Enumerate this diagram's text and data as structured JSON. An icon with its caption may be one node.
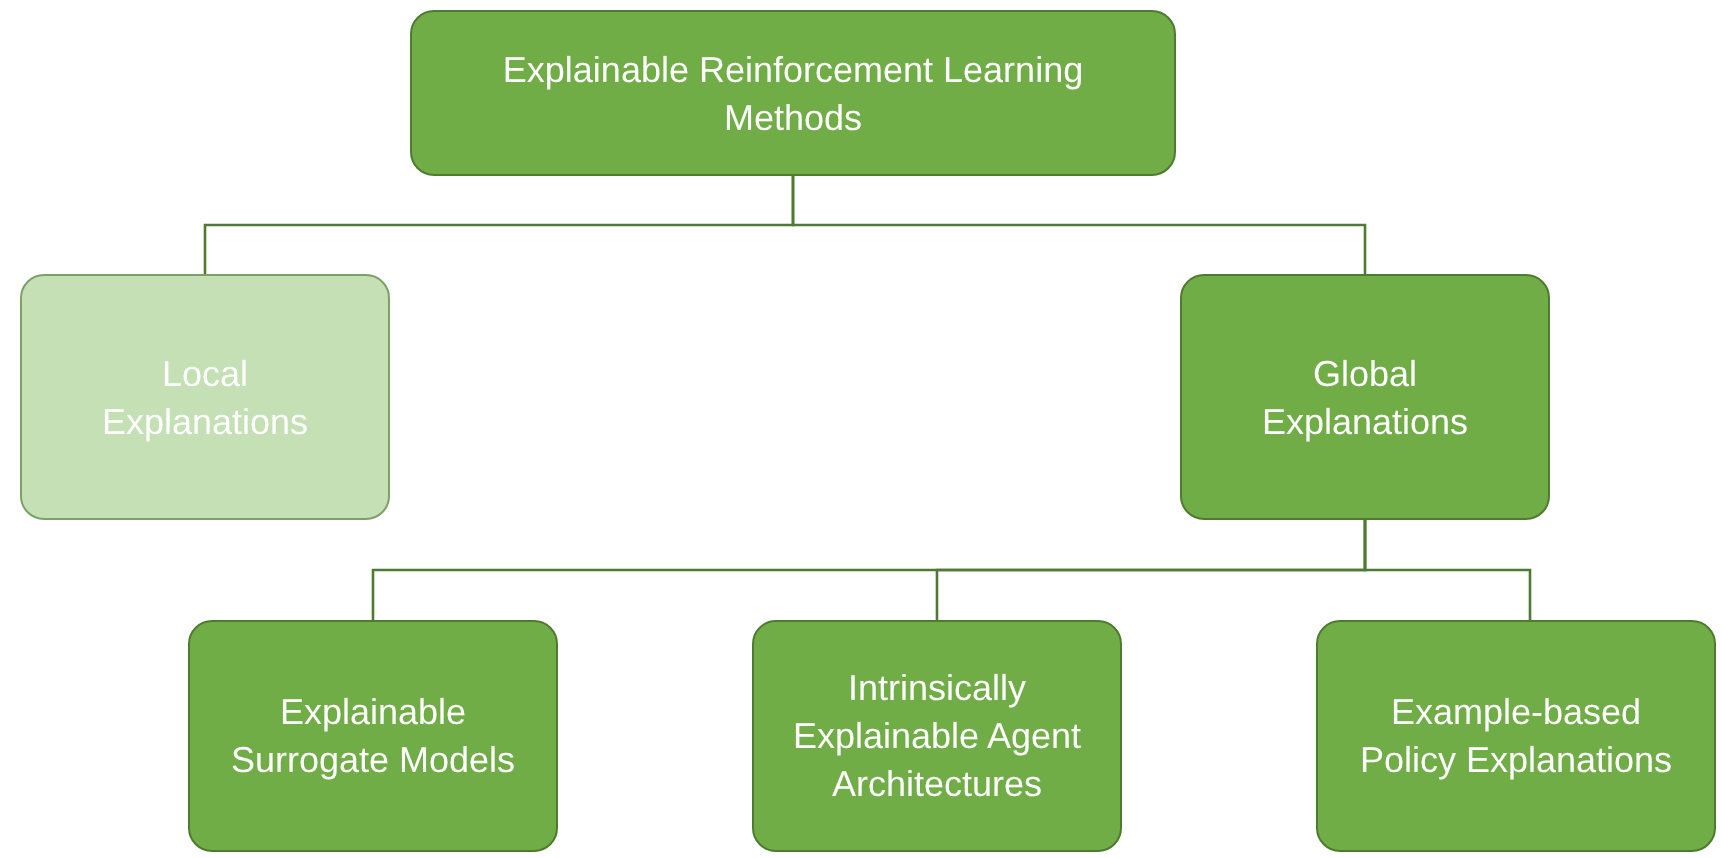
{
  "diagram": {
    "nodes": [
      {
        "text": [
          "Explainable Reinforcement Learning Methods"
        ]
      },
      {
        "text": [
          "Local Explanations"
        ]
      },
      {
        "text": [
          "Global Explanations"
        ]
      },
      {
        "text": [
          "Explainable Surrogate Models"
        ]
      },
      {
        "text": [
          "Intrinsically Explainable Agent Architectures"
        ]
      },
      {
        "text": [
          "Example-based Policy Explanations"
        ]
      }
    ],
    "edges": [
      {
        "from": 0,
        "to": 1,
        "arrow": "none"
      },
      {
        "from": 0,
        "to": 2,
        "arrow": "none"
      },
      {
        "from": 2,
        "to": 3,
        "arrow": "none"
      },
      {
        "from": 2,
        "to": 4,
        "arrow": "none"
      },
      {
        "from": 2,
        "to": 5,
        "arrow": "none"
      }
    ]
  }
}
